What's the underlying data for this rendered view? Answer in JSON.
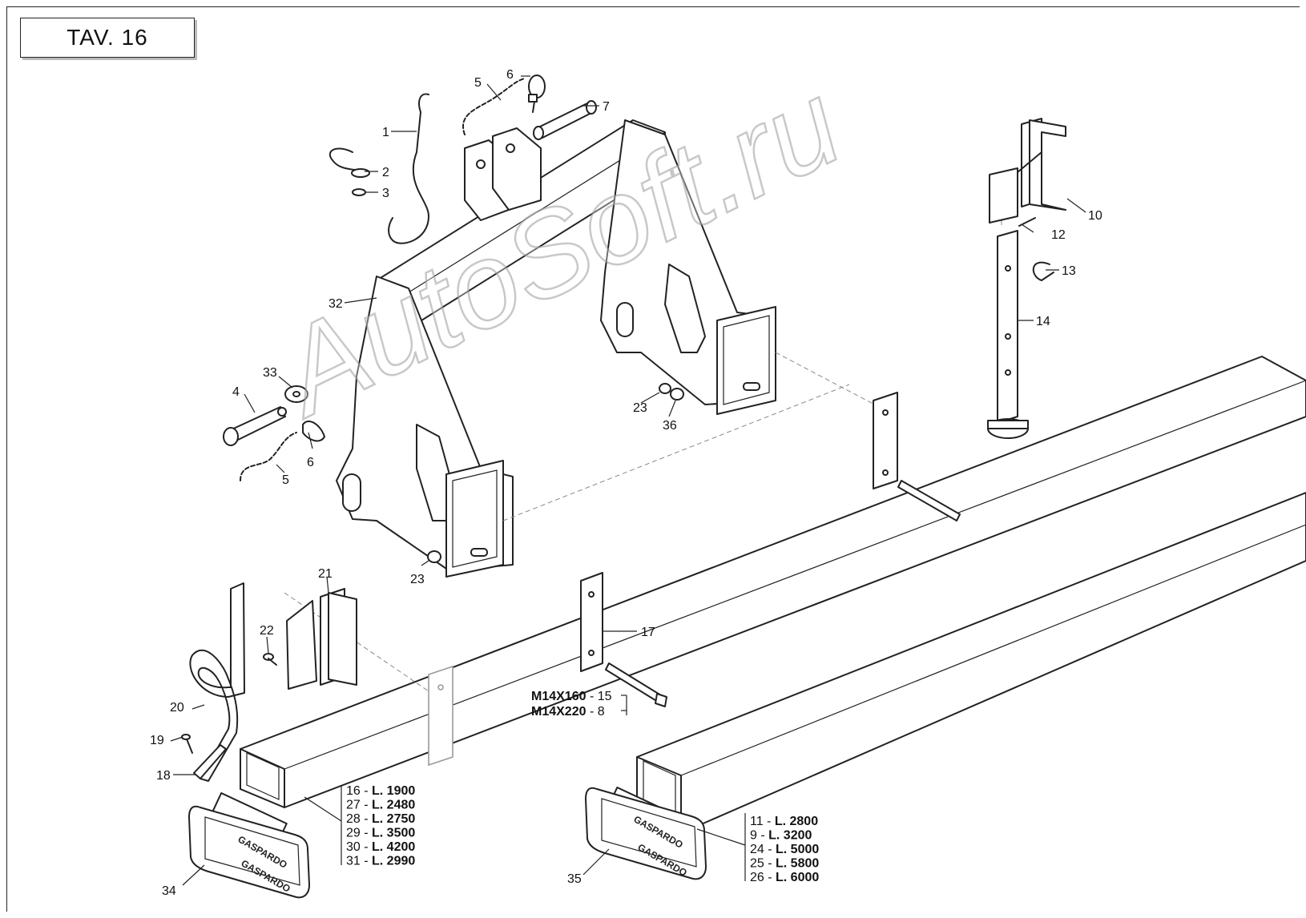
{
  "page": {
    "title": "TAV. 16"
  },
  "watermark": "AutoSoft.ru",
  "plate_text": "GASPARDO",
  "callouts": [
    "1",
    "2",
    "3",
    "5",
    "6",
    "7",
    "32",
    "33",
    "4",
    "6",
    "5",
    "23",
    "36",
    "23",
    "10",
    "12",
    "13",
    "14",
    "21",
    "22",
    "20",
    "19",
    "18",
    "17",
    "34",
    "35"
  ],
  "bolt_callouts": [
    {
      "size": "M14X160",
      "sep": " - ",
      "num": "15"
    },
    {
      "size": "M14X220",
      "sep": " - ",
      "num": "8"
    }
  ],
  "beam_lengths_left": [
    {
      "num": "16",
      "len": "L. 1900"
    },
    {
      "num": "27",
      "len": "L. 2480"
    },
    {
      "num": "28",
      "len": "L. 2750"
    },
    {
      "num": "29",
      "len": "L. 3500"
    },
    {
      "num": "30",
      "len": "L. 4200"
    },
    {
      "num": "31",
      "len": "L. 2990"
    }
  ],
  "beam_lengths_right": [
    {
      "num": "11",
      "len": "L. 2800"
    },
    {
      "num": "9",
      "len": "L. 3200"
    },
    {
      "num": "24",
      "len": "L. 5000"
    },
    {
      "num": "25",
      "len": "L. 5800"
    },
    {
      "num": "26",
      "len": "L. 6000"
    }
  ]
}
